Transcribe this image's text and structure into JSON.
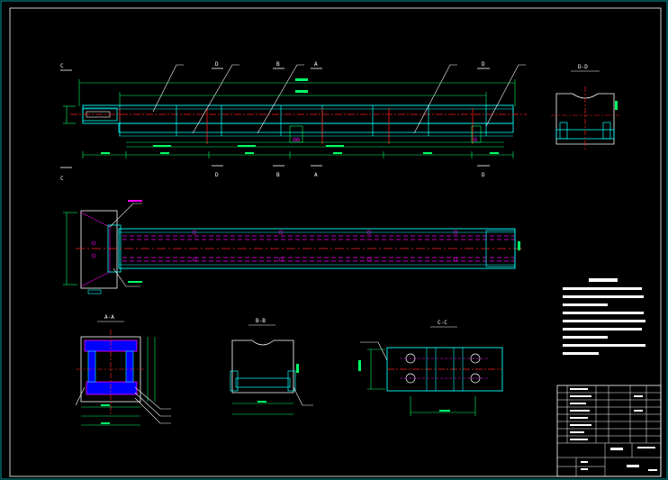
{
  "drawing": {
    "colors": {
      "background": "#000000",
      "border": "#ffffff",
      "outline": "#00ffff",
      "dimension": "#00ff66",
      "centerline": "#ff2020",
      "hidden": "#ff00ff",
      "fill": "#0000ff",
      "annotation": "#ffffff"
    },
    "section_labels": {
      "c": "C",
      "d": "D",
      "b": "B",
      "a": "A"
    },
    "view_titles": {
      "d_d": "D-D",
      "a_a": "A-A",
      "b_b": "B-B",
      "c_c": "C-C"
    },
    "title_block": {
      "drawing_title": "",
      "sheet_info": ""
    }
  }
}
